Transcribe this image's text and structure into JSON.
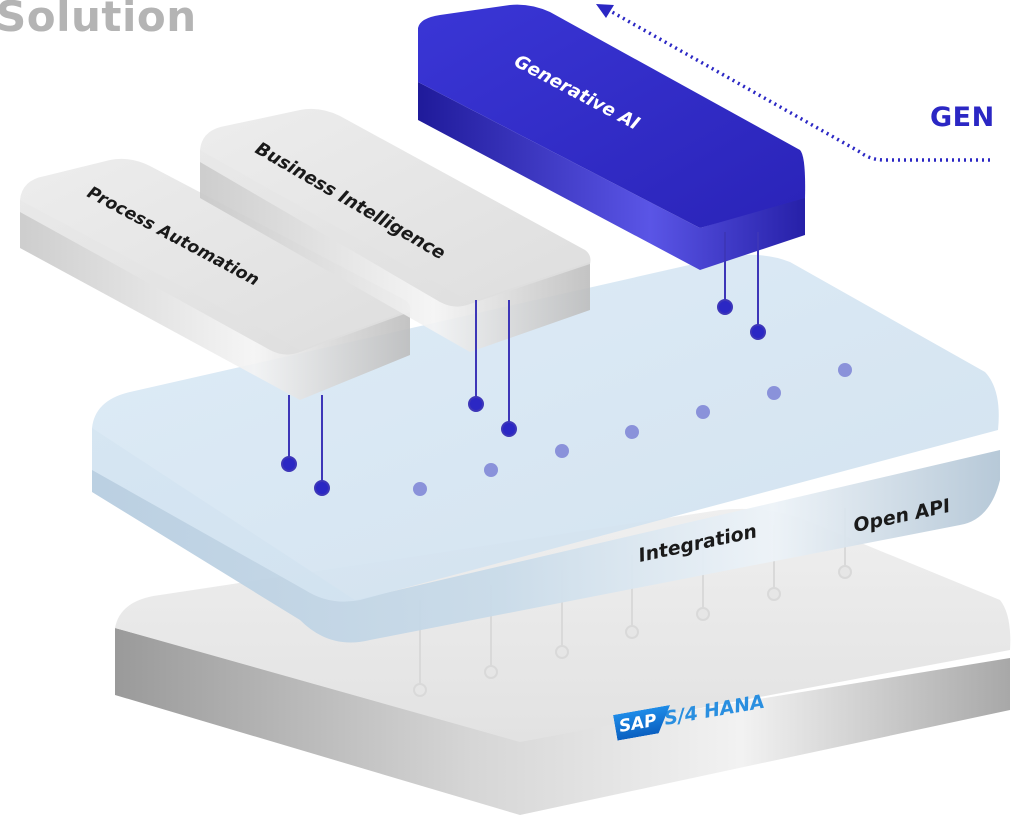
{
  "heading": "Solution",
  "gen_label": "GEN",
  "layers": {
    "generative_ai": "Generative AI",
    "business_intelligence": "Business Intelligence",
    "process_automation": "Process Automation",
    "integration": "Integration",
    "open_api": "Open API"
  },
  "base": {
    "sap": "SAP",
    "product": "S/4 HANA"
  },
  "colors": {
    "accent": "#2b27c4",
    "gray_block": "#e4e4e4",
    "blue_platform": "#d7e7f4",
    "base_platform": "#e9e9e9",
    "connector": "#2b27c4",
    "pin_light": "#8f97dd",
    "sap_blue": "#1670d2"
  }
}
